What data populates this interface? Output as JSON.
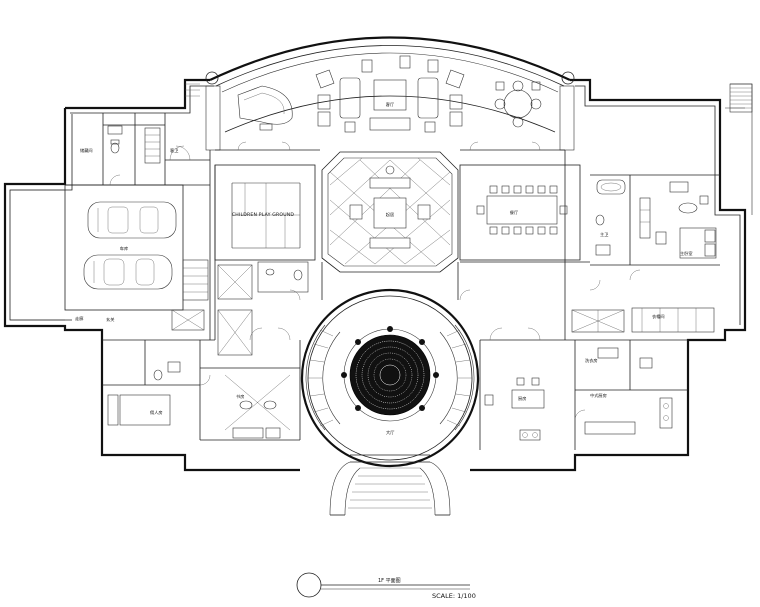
{
  "drawing": {
    "title": "1F 平面图",
    "scale": "SCALE: 1/100"
  },
  "rooms": {
    "garage": "车库",
    "storage": "储藏间",
    "guest_bath": "客卫",
    "children_play": "CHILDREN PLAY GROUND",
    "living_room": "客厅",
    "lounge": "起居",
    "dining": "餐厅",
    "master_bath": "主卫",
    "master_bedroom": "主卧室",
    "foyer": "大厅",
    "kitchen": "厨房",
    "study": "书房",
    "staff_room": "佣人房",
    "corridor": "走廊",
    "walk_in_closet": "衣帽间",
    "laundry": "洗衣房",
    "pantry": "中式厨房",
    "entry": "玄关"
  }
}
